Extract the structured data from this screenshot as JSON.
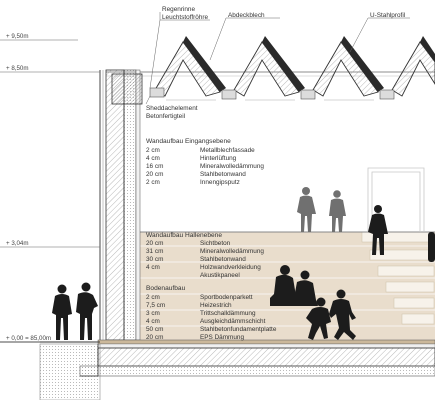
{
  "levels": {
    "l950": "+ 9,50m",
    "l850": "+ 8,50m",
    "l304": "+ 3,04m",
    "l000": "+ 0,00 = 85,00m"
  },
  "roof": {
    "regenrinne": "Regenrinne",
    "leuchtstoffroehre": "Leuchtstoffröhre",
    "abdeckblech": "Abdeckblech",
    "u_stahlprofil": "U-Stahlprofil",
    "shed_1": "Sheddachelement",
    "shed_2": "Betonfertigteil"
  },
  "wall_entry": {
    "title": "Wandaufbau Eingangsebene",
    "rows": [
      {
        "t": "2 cm",
        "m": "Metallblechfassade"
      },
      {
        "t": "4 cm",
        "m": "Hinterlüftung"
      },
      {
        "t": "16 cm",
        "m": "Mineralwolledämmung"
      },
      {
        "t": "20 cm",
        "m": "Stahlbetonwand"
      },
      {
        "t": "2 cm",
        "m": "Innengipsputz"
      }
    ]
  },
  "wall_hall": {
    "title": "Wandaufbau Hallenebene",
    "rows": [
      {
        "t": "20 cm",
        "m": "Sichtbeton"
      },
      {
        "t": "31 cm",
        "m": "Mineralwolledämmung"
      },
      {
        "t": "30 cm",
        "m": "Stahlbetonwand"
      },
      {
        "t": "4 cm",
        "m": "Holzwandverkleidung"
      },
      {
        "t": "",
        "m": "Akustikpaneel"
      }
    ]
  },
  "floor": {
    "title": "Bodenaufbau",
    "rows": [
      {
        "t": "2 cm",
        "m": "Sportbodenparkett"
      },
      {
        "t": "7,5 cm",
        "m": "Heizestrich"
      },
      {
        "t": "3 cm",
        "m": "Trittschalldämmung"
      },
      {
        "t": "4 cm",
        "m": "Ausgleichdämmschicht"
      },
      {
        "t": "50 cm",
        "m": "Stahlbetonfundamentplatte"
      },
      {
        "t": "20 cm",
        "m": "EPS Dämmung"
      }
    ]
  },
  "colors": {
    "line": "#555555",
    "wood": "#e8dccb",
    "wood_dark": "#d8c8b2",
    "silhouette": "#1c1c1c",
    "silhouette_grey": "#6e6e6e",
    "hatch": "#9a9a9a"
  }
}
